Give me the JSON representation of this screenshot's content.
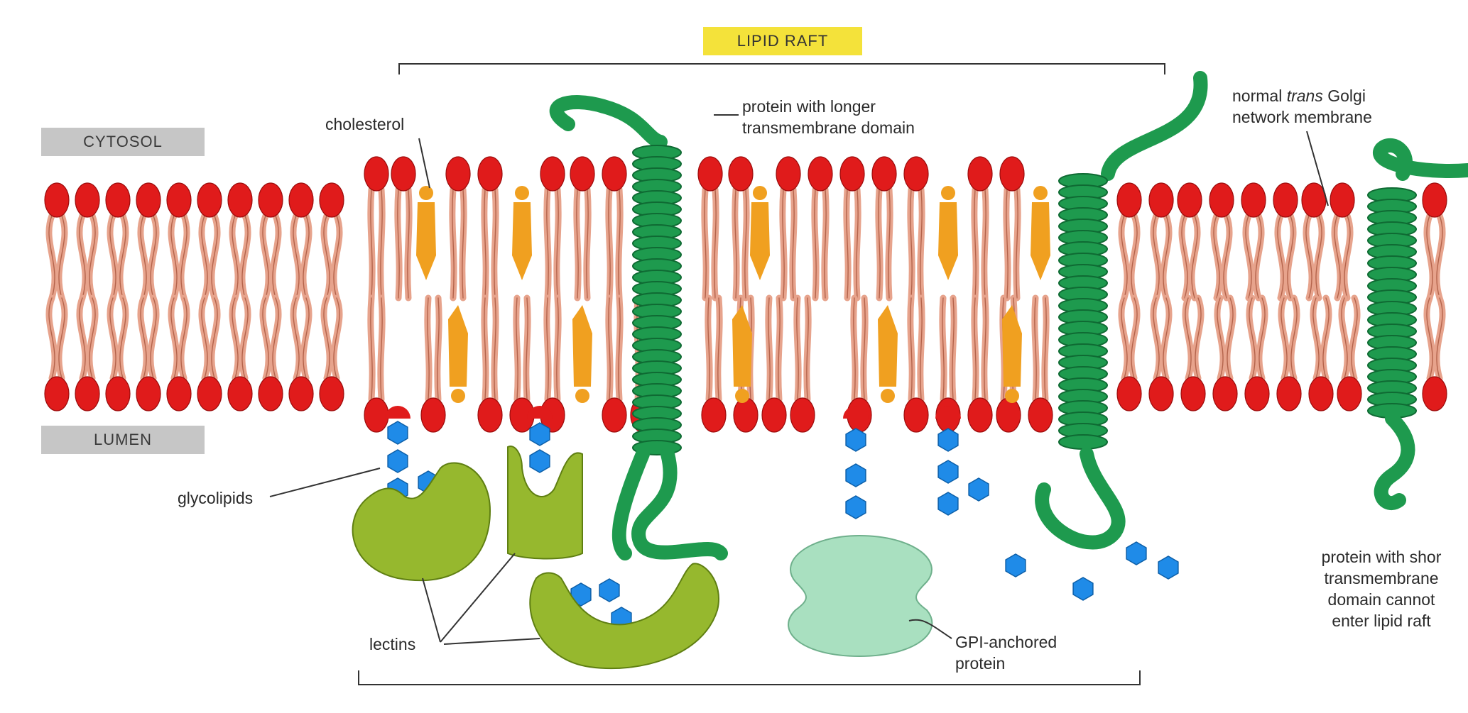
{
  "labels": {
    "lipid_raft": "LIPID RAFT",
    "cytosol": "CYTOSOL",
    "lumen": "LUMEN",
    "cholesterol": "cholesterol",
    "long_protein_line1": "protein with longer",
    "long_protein_line2": "transmembrane domain",
    "golgi_line1_a": "normal ",
    "golgi_line1_italic": "trans",
    "golgi_line1_b": " Golgi",
    "golgi_line2": "network membrane",
    "glycolipids": "glycolipids",
    "lectins": "lectins",
    "gpi_line1": "GPI-anchored",
    "gpi_line2": "protein",
    "short_line1": "protein with shor",
    "short_line2": "transmembrane",
    "short_line3": "domain cannot",
    "short_line4": "enter lipid raft"
  },
  "colors": {
    "headgroup": "#e01b1b",
    "tail": "#e7a38c",
    "tail_stroke": "#a8543c",
    "cholesterol": "#f0a020",
    "protein": "#1e9a4e",
    "sugar": "#1f8be8",
    "lectin": "#96b82e",
    "gpi_protein": "#a9e0c0"
  },
  "icons": [
    "phospholipid-icon",
    "cholesterol-icon",
    "sugar-hexagon-icon",
    "lectin-icon"
  ]
}
